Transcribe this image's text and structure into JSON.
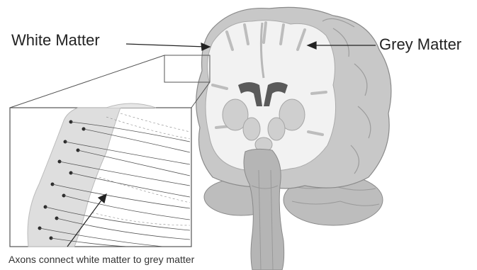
{
  "labels": {
    "white_matter": "White Matter",
    "grey_matter": "Grey Matter",
    "axons_caption": "Axons connect white matter to grey matter"
  },
  "colors": {
    "grey_matter": "#c8c8c8",
    "white_matter": "#f2f2f2",
    "ventricle": "#5a5a5a",
    "outline": "#8a8a8a",
    "line": "#333333"
  }
}
